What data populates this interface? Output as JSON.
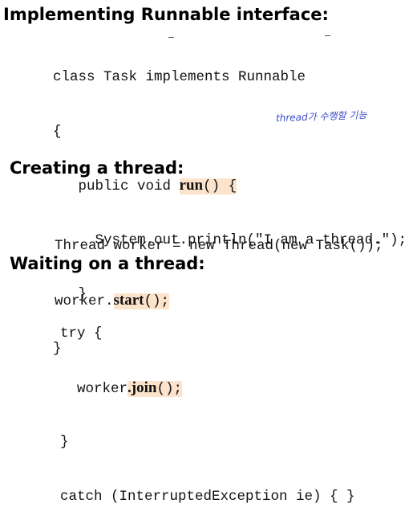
{
  "headings": {
    "runnable": "Implementing Runnable interface:",
    "creating": "Creating a thread:",
    "waiting": "Waiting on a thread:"
  },
  "code_runnable": {
    "l1": "class Task implements Runnable",
    "l2": "{",
    "l3_a": "   public void ",
    "l3_b": "run",
    "l3_c": "() {",
    "l4": "     System.out.println(\"I am a thread.\");",
    "l5": "   }",
    "l6": "}"
  },
  "code_creating": {
    "l1": "Thread worker = new Thread(new Task());",
    "l2_a": "worker.",
    "l2_b": "start",
    "l2_c": "();"
  },
  "code_waiting": {
    "l1": "try {",
    "l2_a": "  worker",
    "l2_b": ".join",
    "l2_c": "();",
    "l3": "}",
    "l4": "catch (InterruptedException ie) { }"
  },
  "annotation": "thread가 수행할 기능",
  "colors": {
    "highlight": "#fbe3cc",
    "annotation_ink": "#3949c9"
  }
}
